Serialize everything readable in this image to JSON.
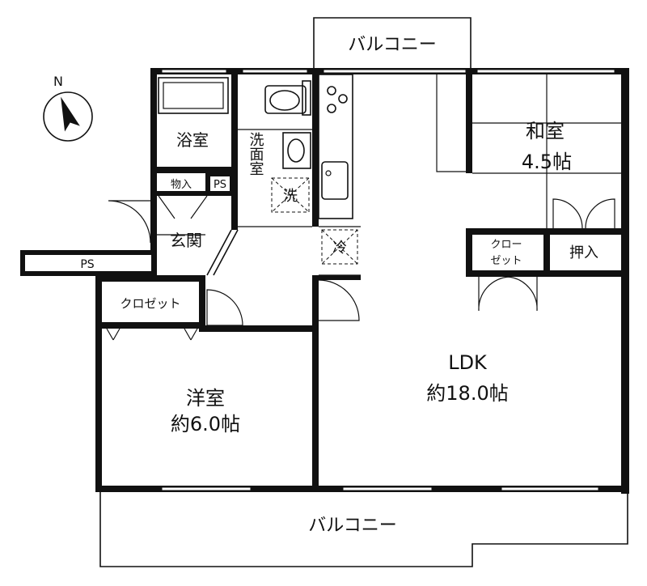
{
  "compass": {
    "north_label": "N"
  },
  "rooms": {
    "balcony_top": "バルコニー",
    "balcony_bottom": "バルコニー",
    "bath": "浴室",
    "washroom": "洗面室",
    "washer": "洗",
    "fridge": "冷",
    "storage": "物入",
    "ps_small": "PS",
    "ps_long": "PS",
    "entrance": "玄関",
    "closet_west": "クロゼット",
    "closet_east_line1": "クロー",
    "closet_east_line2": "ゼット",
    "oshiire": "押入",
    "washitsu_name": "和室",
    "washitsu_size": "4.5帖",
    "youshitsu_name": "洋室",
    "youshitsu_size": "約6.0帖",
    "ldk_name": "LDK",
    "ldk_size": "約18.0帖"
  }
}
